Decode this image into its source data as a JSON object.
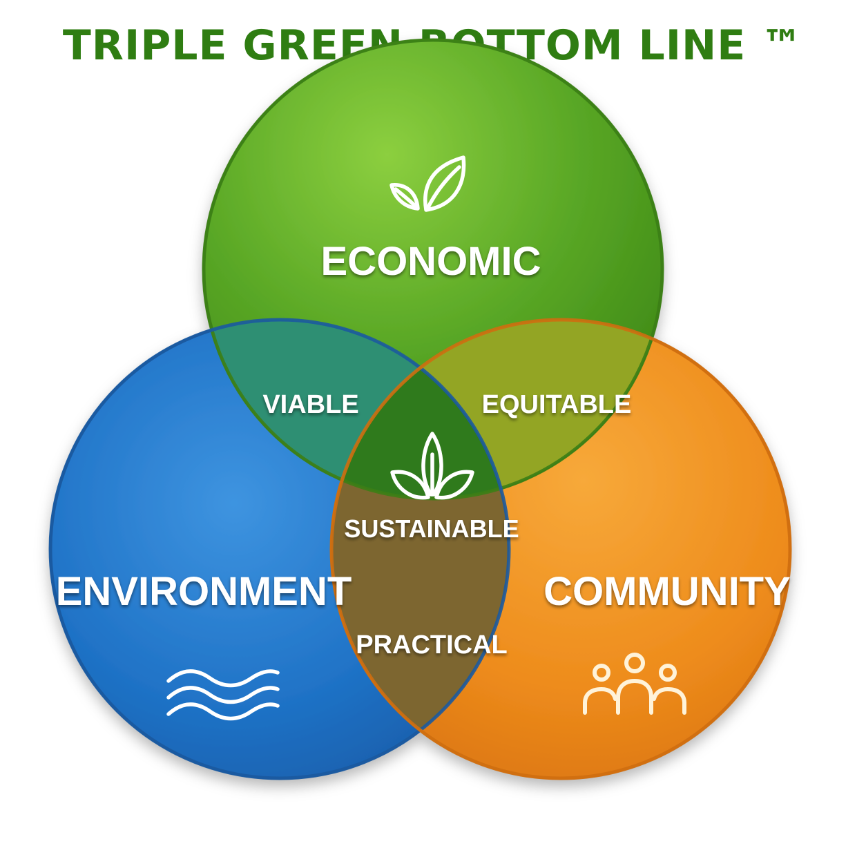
{
  "title": "TRIPLE GREEN BOTTOM LINE ™",
  "circles": {
    "economic": {
      "label": "ECONOMIC",
      "icon": "leaf-icon",
      "color": "#4e9a1e"
    },
    "environment": {
      "label": "ENVIRONMENT",
      "icon": "waves-icon",
      "color": "#1f74c9"
    },
    "community": {
      "label": "COMMUNITY",
      "icon": "people-icon",
      "color": "#ec8b1a"
    }
  },
  "overlaps": {
    "viable": "VIABLE",
    "equitable": "EQUITABLE",
    "practical": "PRACTICAL",
    "sustainable": "SUSTAINABLE"
  },
  "colors": {
    "title": "#2f7d12",
    "viable": "#2e8f73",
    "equitable": "#8ea21e",
    "practical": "#7d6630",
    "sustainable": "#2f7a1c"
  }
}
